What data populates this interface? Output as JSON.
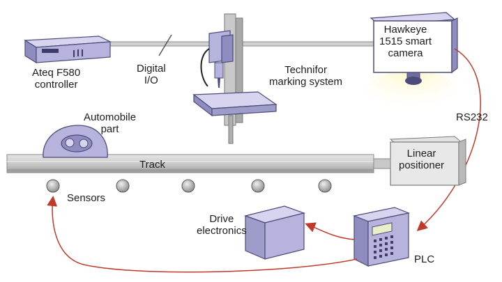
{
  "labels": {
    "controller": [
      "Ateq F580",
      "controller"
    ],
    "digital_io": [
      "Digital",
      "I/O"
    ],
    "marking": [
      "Technifor",
      "marking system"
    ],
    "camera": [
      "Hawkeye",
      "1515 smart",
      "camera"
    ],
    "rs232": "RS232",
    "part": [
      "Automobile",
      "part"
    ],
    "track": "Track",
    "positioner": [
      "Linear",
      "positioner"
    ],
    "sensors": "Sensors",
    "drive": [
      "Drive",
      "electronics"
    ],
    "plc": "PLC"
  },
  "colors": {
    "bar": "#c8c8c8",
    "rail": "#cfcfcf",
    "device_purple": "#b6b4dc",
    "device_dark": "#4b4a78",
    "arrow_red": "#c0392b",
    "light_yellow": "#fff3b0"
  }
}
